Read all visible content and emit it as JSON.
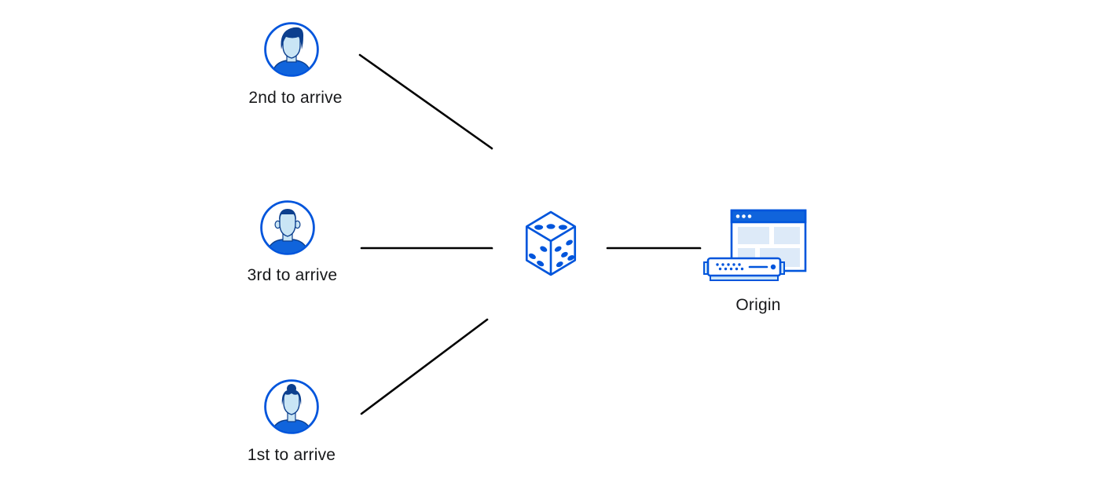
{
  "diagram": {
    "title": "random-steering-diagram",
    "background": "#ffffff",
    "colors": {
      "primary_blue": "#0055dc",
      "titlebar_blue": "#1064dc",
      "shirt_blue": "#1064dc",
      "dark_navy": "#0c3f8e",
      "skin_light_blue": "#c9e5f5",
      "pane_light_blue": "#ddeaf8",
      "server_base_blue": "#cfe6f7",
      "arrow_black": "#000000",
      "label_text": "#17181a"
    },
    "actors": [
      {
        "label": "2nd to arrive",
        "avatar": "man-swept-hair-avatar"
      },
      {
        "label": "3rd to arrive",
        "avatar": "man-short-hair-avatar"
      },
      {
        "label": "1st to arrive",
        "avatar": "woman-bun-hair-avatar"
      }
    ],
    "random_selector": {
      "icon": "dice-icon",
      "meaning": "random selection"
    },
    "origin": {
      "label": "Origin",
      "icon": "origin-server-browser-icon"
    },
    "arrows": [
      {
        "from": "visitor-2nd-to-arrive",
        "to": "dice"
      },
      {
        "from": "visitor-3rd-to-arrive",
        "to": "dice"
      },
      {
        "from": "visitor-1st-to-arrive",
        "to": "dice"
      },
      {
        "from": "dice",
        "to": "origin"
      }
    ]
  }
}
